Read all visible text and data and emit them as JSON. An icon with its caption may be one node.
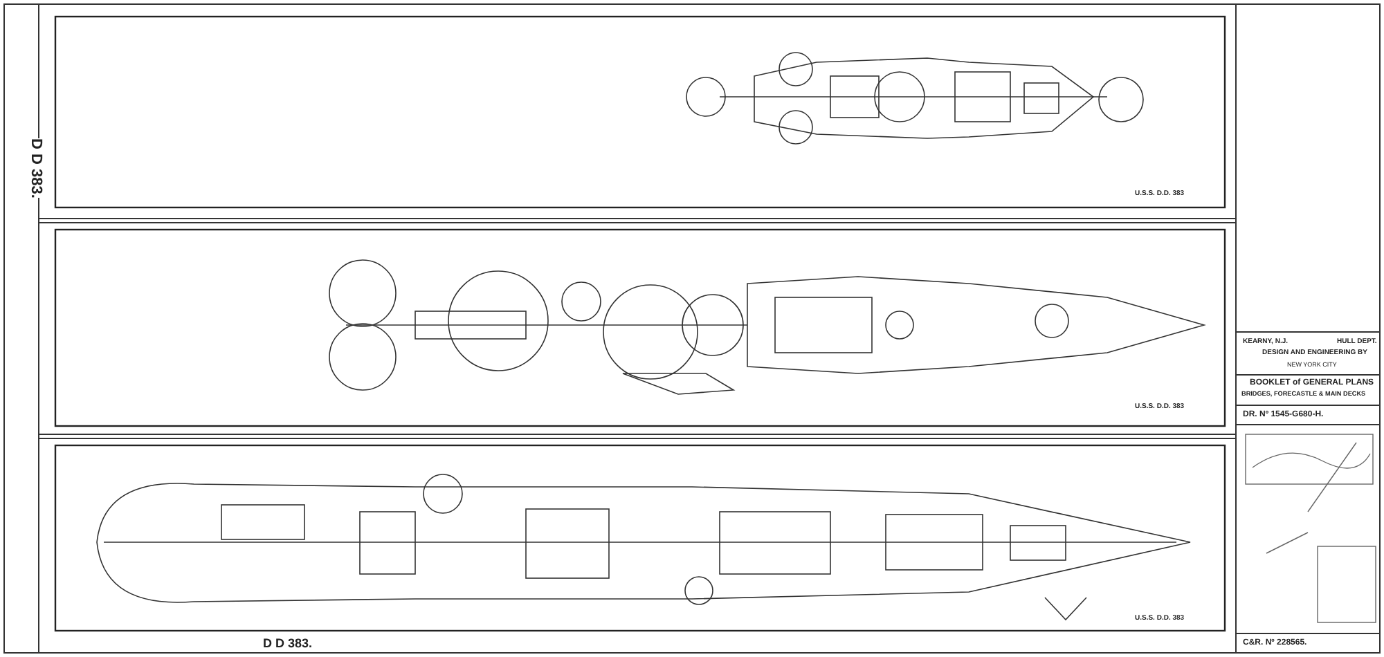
{
  "diagram": {
    "labels": [
      "D D 383.",
      "U.S.S. D.D. 383",
      "U.S.S. D.D. 383",
      "U.S.S. D.D. 383",
      "D D 383.",
      "KEARNY, N.J.",
      "HULL DEPT.",
      "DESIGN AND ENGINEERING BY",
      "NEW YORK CITY",
      "BOOKLET of GENERAL PLANS",
      "BRIDGES, FORECASTLE & MAIN DECKS",
      "DR. Nº 1545-G680-H.",
      "C&R. Nº 228565."
    ]
  }
}
